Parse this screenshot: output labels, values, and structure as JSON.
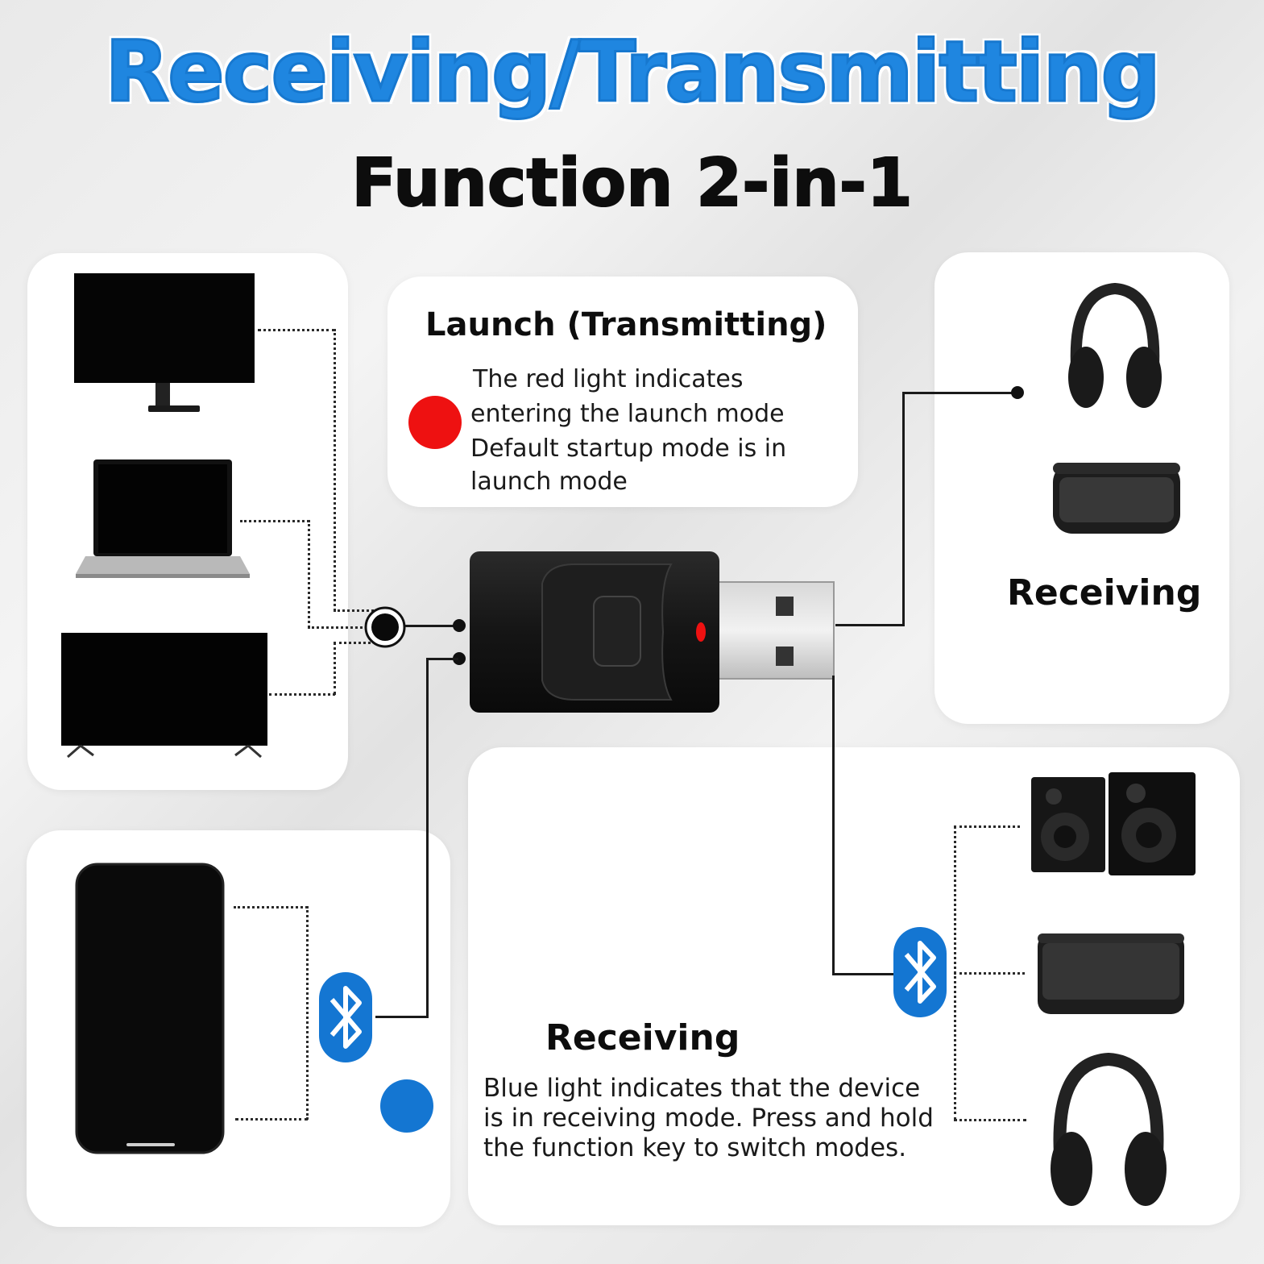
{
  "title": "Receiving/Transmitting",
  "subtitle": "Function 2-in-1",
  "launch": {
    "heading": "Launch (Transmitting)",
    "lines": [
      "The red light indicates",
      "entering the launch mode",
      "Default startup mode is in",
      "launch mode"
    ],
    "indicator_color": "#ee1111"
  },
  "receiving_top": {
    "heading": "Receiving"
  },
  "receiving_bottom": {
    "heading": "Receiving",
    "lines": [
      "Blue light indicates that the device",
      "is in receiving mode. Press and hold",
      "the function key to switch modes."
    ],
    "indicator_color": "#1476d2"
  },
  "colors": {
    "accent": "#1f86e0",
    "bluetooth": "#1476d2",
    "red_light": "#ee1111"
  },
  "icons": [
    "monitor-icon",
    "laptop-icon",
    "tv-icon",
    "smartphone-icon",
    "bluetooth-icon",
    "headphones-icon",
    "speaker-icon",
    "bookshelf-speakers-icon",
    "usb-adapter-icon"
  ]
}
